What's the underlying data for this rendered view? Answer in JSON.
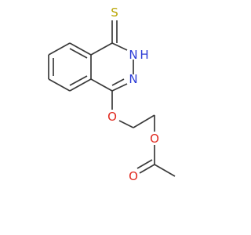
{
  "structure": {
    "atoms": {
      "sulfur": "S",
      "nitrogen_nh": "N",
      "hydrogen_nh": "H",
      "nitrogen_ring": "N",
      "oxygen_ether": "O",
      "oxygen_ester": "O",
      "oxygen_carbonyl": "O"
    },
    "colors": {
      "bond": "#3a3a3a",
      "sulfur": "#b8a400",
      "nitrogen": "#2b3bd6",
      "oxygen": "#e0281e"
    }
  }
}
